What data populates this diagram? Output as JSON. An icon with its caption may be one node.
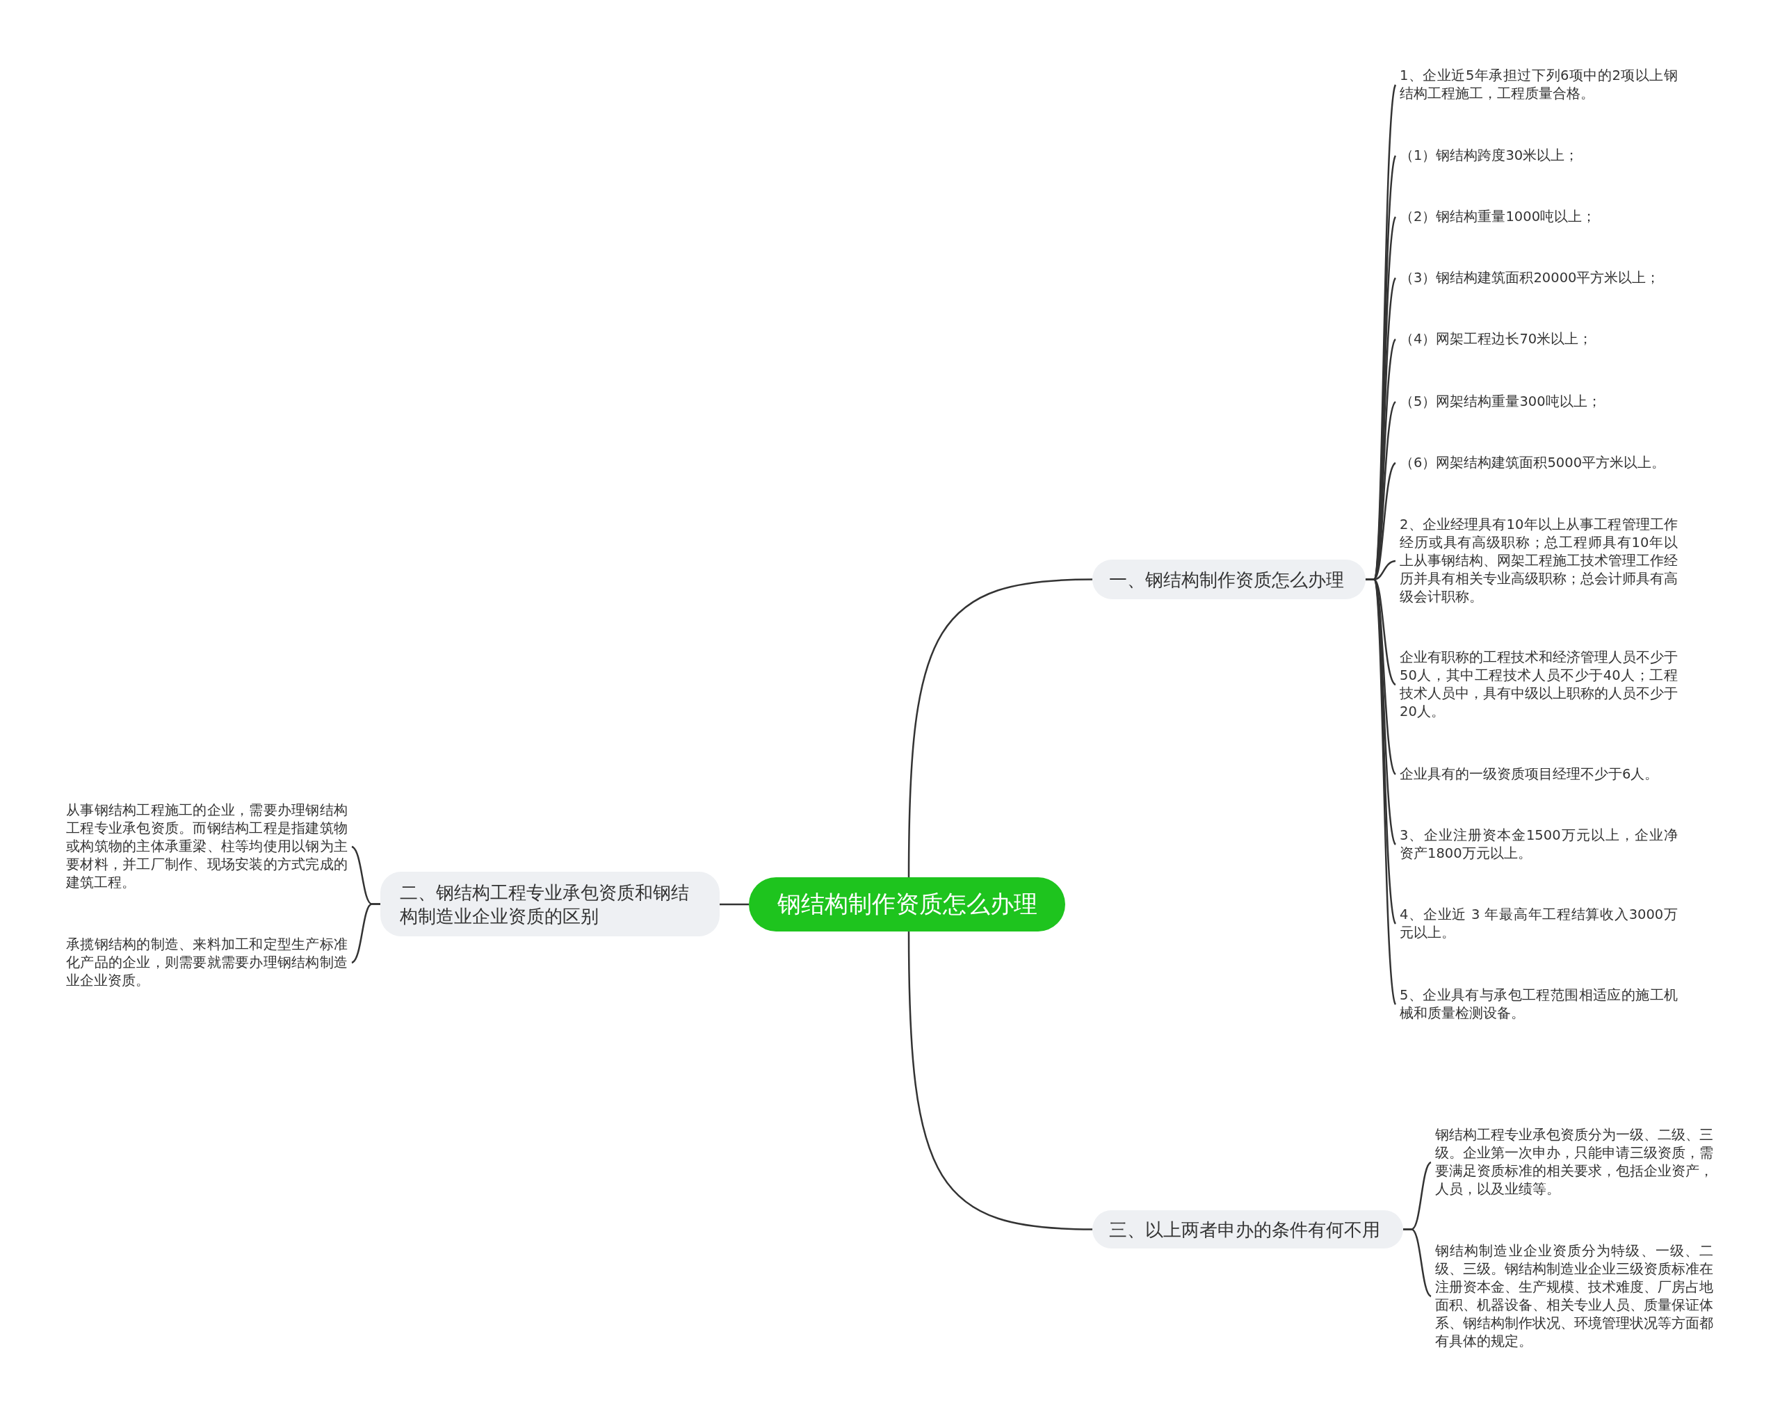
{
  "diagram": {
    "nodes": [
      {
        "text": [
          "钢结构制作资质怎么办理"
        ]
      },
      {
        "text": [
          "一、钢结构制作资质怎么办理"
        ]
      },
      {
        "text": [
          "1、企业近5年承担过下列6项中的2项以上钢结构工程施工，工程质量合格。"
        ]
      },
      {
        "text": [
          "（1）钢结构跨度30米以上；"
        ]
      },
      {
        "text": [
          "（2）钢结构重量1000吨以上；"
        ]
      },
      {
        "text": [
          "（3）钢结构建筑面积20000平方米以上；"
        ]
      },
      {
        "text": [
          "（4）网架工程边长70米以上；"
        ]
      },
      {
        "text": [
          "（5）网架结构重量300吨以上；"
        ]
      },
      {
        "text": [
          "（6）网架结构建筑面积5000平方米以上。"
        ]
      },
      {
        "text": [
          "2、企业经理具有10年以上从事工程管理工作经历或具有高级职称；总工程师具有10年以上从事钢结构、网架工程施工技术管理工作经历并具有相关专业高级职称；总会计师具有高级会计职称。"
        ]
      },
      {
        "text": [
          "企业有职称的工程技术和经济管理人员不少于50人，其中工程技术人员不少于40人；工程技术人员中，具有中级以上职称的人员不少于20人。"
        ]
      },
      {
        "text": [
          "企业具有的一级资质项目经理不少于6人。"
        ]
      },
      {
        "text": [
          "3、企业注册资本金1500万元以上，企业净资产1800万元以上。"
        ]
      },
      {
        "text": [
          "4、企业近 3 年最高年工程结算收入3000万元以上。"
        ]
      },
      {
        "text": [
          "5、企业具有与承包工程范围相适应的施工机械和质量检测设备。"
        ]
      },
      {
        "text": [
          "二、钢结构工程专业承包资质和钢结构制造业企业资质的区别"
        ]
      },
      {
        "text": [
          "从事钢结构工程施工的企业，需要办理钢结构工程专业承包资质。而钢结构工程是指建筑物或构筑物的主体承重梁、柱等均使用以钢为主要材料，并工厂制作、现场安装的方式完成的建筑工程。"
        ]
      },
      {
        "text": [
          "承揽钢结构的制造、来料加工和定型生产标准化产品的企业，则需要就需要办理钢结构制造业企业资质。"
        ]
      },
      {
        "text": [
          "三、以上两者申办的条件有何不用"
        ]
      },
      {
        "text": [
          "钢结构工程专业承包资质分为一级、二级、三级。企业第一次申办，只能申请三级资质，需要满足资质标准的相关要求，包括企业资产，人员，以及业绩等。"
        ]
      },
      {
        "text": [
          "钢结构制造业企业资质分为特级、一级、二级、三级。钢结构制造业企业三级资质标准在注册资本金、生产规模、技术难度、厂房占地面积、机器设备、相关专业人员、质量保证体系、钢结构制作状况、环境管理状况等方面都有具体的规定。"
        ]
      }
    ],
    "edges": [
      {
        "from": 0,
        "to": 1,
        "arrow": "none"
      },
      {
        "from": 1,
        "to": 2,
        "arrow": "none"
      },
      {
        "from": 1,
        "to": 3,
        "arrow": "none"
      },
      {
        "from": 1,
        "to": 4,
        "arrow": "none"
      },
      {
        "from": 1,
        "to": 5,
        "arrow": "none"
      },
      {
        "from": 1,
        "to": 6,
        "arrow": "none"
      },
      {
        "from": 1,
        "to": 7,
        "arrow": "none"
      },
      {
        "from": 1,
        "to": 8,
        "arrow": "none"
      },
      {
        "from": 1,
        "to": 9,
        "arrow": "none"
      },
      {
        "from": 1,
        "to": 10,
        "arrow": "none"
      },
      {
        "from": 1,
        "to": 11,
        "arrow": "none"
      },
      {
        "from": 1,
        "to": 12,
        "arrow": "none"
      },
      {
        "from": 1,
        "to": 13,
        "arrow": "none"
      },
      {
        "from": 1,
        "to": 14,
        "arrow": "none"
      },
      {
        "from": 0,
        "to": 15,
        "arrow": "none"
      },
      {
        "from": 15,
        "to": 16,
        "arrow": "none"
      },
      {
        "from": 15,
        "to": 17,
        "arrow": "none"
      },
      {
        "from": 0,
        "to": 18,
        "arrow": "none"
      },
      {
        "from": 18,
        "to": 19,
        "arrow": "none"
      },
      {
        "from": 18,
        "to": 20,
        "arrow": "none"
      }
    ]
  }
}
